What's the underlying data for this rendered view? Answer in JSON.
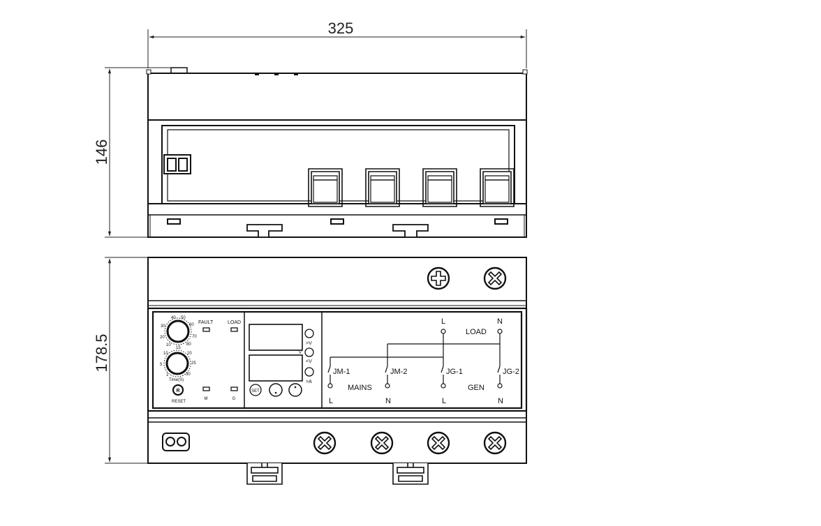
{
  "dimensions": {
    "width": "325",
    "height_top_view": "146",
    "height_front_view": "178.5"
  },
  "timer_panel": {
    "dial_top_scale": [
      "40",
      "50",
      "30",
      "60",
      "20",
      "70",
      "10",
      "80"
    ],
    "dial_top_center": "15",
    "dial_bottom_scale": [
      "10",
      "20",
      "5",
      "25",
      "1",
      "30"
    ],
    "time_label": "Time(S)",
    "reset_label": "RESET",
    "fault_label": "FAULT",
    "load_label": "LOAD",
    "m_label": "M",
    "g_label": "G"
  },
  "display_panel": {
    "over_voltage": ">V",
    "under_voltage": "<V",
    "over_current": ">A",
    "v_mark": "V",
    "set_label": "SET"
  },
  "wiring": {
    "load_label": "LOAD",
    "load_l": "L",
    "load_n": "N",
    "jm1": "JM-1",
    "jm2": "JM-2",
    "jg1": "JG-1",
    "jg2": "JG-2",
    "mains_label": "MAINS",
    "gen_label": "GEN",
    "bottom_l1": "L",
    "bottom_n1": "N",
    "bottom_l2": "L",
    "bottom_n2": "N"
  }
}
